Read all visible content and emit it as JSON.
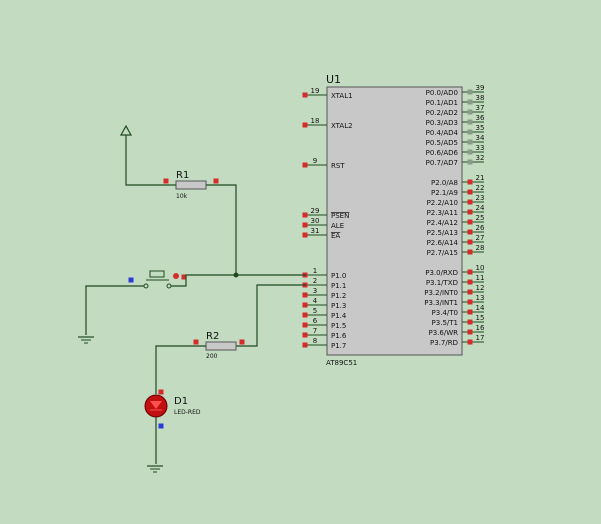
{
  "colors": {
    "background": "#c3dcc1",
    "wire": "#1f4a1f",
    "chip_body": "#c8c8c8",
    "pin_red": "#d62b2b",
    "pin_gray": "#8a9a8a",
    "pin_blue": "#2b3bd6",
    "led": "#c01010",
    "text": "#111111"
  },
  "chip": {
    "ref": "U1",
    "part": "AT89C51",
    "left_pins": [
      {
        "num": "19",
        "name": "XTAL1"
      },
      {
        "num": "18",
        "name": "XTAL2"
      },
      {
        "num": "9",
        "name": "RST"
      },
      {
        "num": "29",
        "name": "PSEN"
      },
      {
        "num": "30",
        "name": "ALE"
      },
      {
        "num": "31",
        "name": "EA"
      },
      {
        "num": "1",
        "name": "P1.0"
      },
      {
        "num": "2",
        "name": "P1.1"
      },
      {
        "num": "3",
        "name": "P1.2"
      },
      {
        "num": "4",
        "name": "P1.3"
      },
      {
        "num": "5",
        "name": "P1.4"
      },
      {
        "num": "6",
        "name": "P1.5"
      },
      {
        "num": "7",
        "name": "P1.6"
      },
      {
        "num": "8",
        "name": "P1.7"
      }
    ],
    "right_pins": [
      {
        "num": "39",
        "name": "P0.0/AD0"
      },
      {
        "num": "38",
        "name": "P0.1/AD1"
      },
      {
        "num": "37",
        "name": "P0.2/AD2"
      },
      {
        "num": "36",
        "name": "P0.3/AD3"
      },
      {
        "num": "35",
        "name": "P0.4/AD4"
      },
      {
        "num": "34",
        "name": "P0.5/AD5"
      },
      {
        "num": "33",
        "name": "P0.6/AD6"
      },
      {
        "num": "32",
        "name": "P0.7/AD7"
      },
      {
        "num": "21",
        "name": "P2.0/A8"
      },
      {
        "num": "22",
        "name": "P2.1/A9"
      },
      {
        "num": "23",
        "name": "P2.2/A10"
      },
      {
        "num": "24",
        "name": "P2.3/A11"
      },
      {
        "num": "25",
        "name": "P2.4/A12"
      },
      {
        "num": "26",
        "name": "P2.5/A13"
      },
      {
        "num": "27",
        "name": "P2.6/A14"
      },
      {
        "num": "28",
        "name": "P2.7/A15"
      },
      {
        "num": "10",
        "name": "P3.0/RXD"
      },
      {
        "num": "11",
        "name": "P3.1/TXD"
      },
      {
        "num": "12",
        "name": "P3.2/INT0"
      },
      {
        "num": "13",
        "name": "P3.3/INT1"
      },
      {
        "num": "14",
        "name": "P3.4/T0"
      },
      {
        "num": "15",
        "name": "P3.5/T1"
      },
      {
        "num": "16",
        "name": "P3.6/WR"
      },
      {
        "num": "17",
        "name": "P3.7/RD"
      }
    ]
  },
  "r1": {
    "ref": "R1",
    "value": "10k"
  },
  "r2": {
    "ref": "R2",
    "value": "200"
  },
  "d1": {
    "ref": "D1",
    "value": "LED-RED"
  }
}
